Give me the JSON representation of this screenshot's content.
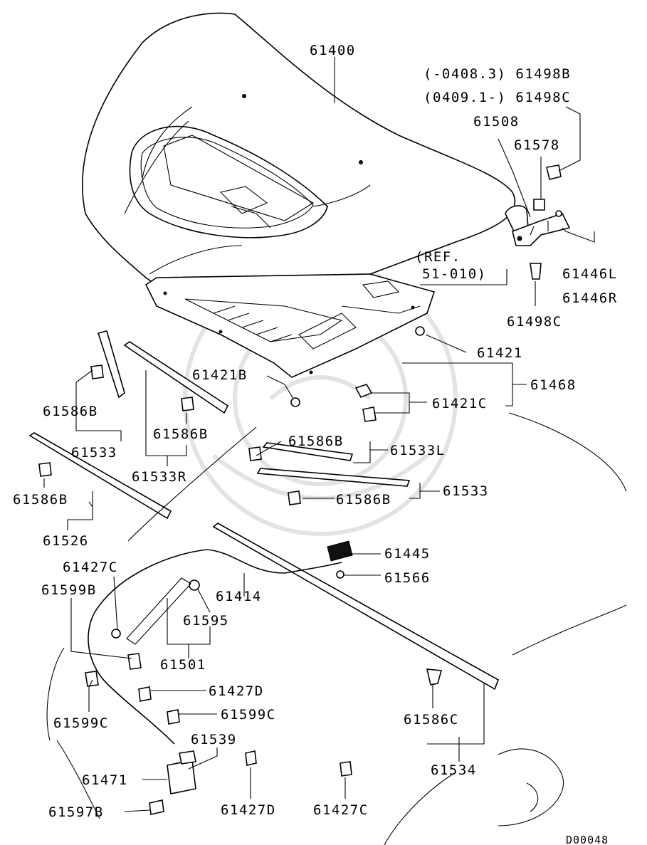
{
  "callouts": {
    "p61400": "61400",
    "p61498b": "(-0408.3) 61498B",
    "p61498c_top": "(0409.1-) 61498C",
    "p61508": "61508",
    "p61578": "61578",
    "ref": "(REF.",
    "ref2": "51-010)",
    "p61446l": "61446L",
    "p61446r": "61446R",
    "p61498c": "61498C",
    "p61421": "61421",
    "p61421b": "61421B",
    "p61468": "61468",
    "p61421c": "61421C",
    "p61586b_1": "61586B",
    "p61533_1": "61533",
    "p61586b_2": "61586B",
    "p61533r": "61533R",
    "p61586b_3": "61586B",
    "p61533l": "61533L",
    "p61586b_4": "61586B",
    "p61533_2": "61533",
    "p61586b_5": "61586B",
    "p61526": "61526",
    "p61427c_1": "61427C",
    "p61445": "61445",
    "p61566": "61566",
    "p61599b": "61599B",
    "p61414": "61414",
    "p61595": "61595",
    "p61501": "61501",
    "p61427d_1": "61427D",
    "p61599c_1": "61599C",
    "p61599c_2": "61599C",
    "p61539": "61539",
    "p61586c": "61586C",
    "p61471": "61471",
    "p61534": "61534",
    "p61597b": "61597B",
    "p61427d_2": "61427D",
    "p61427c_2": "61427C",
    "code": "D00048"
  }
}
